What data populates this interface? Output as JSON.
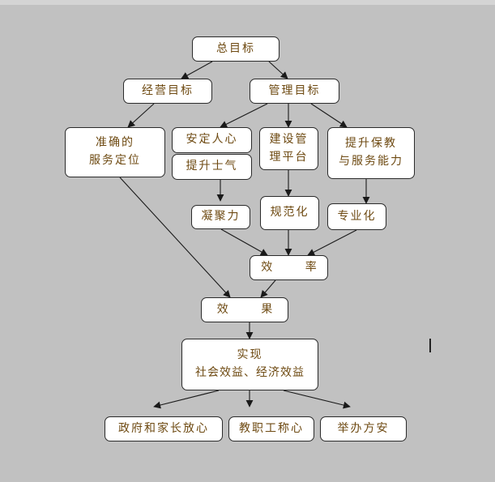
{
  "diagram": {
    "nodes": {
      "root": "总目标",
      "business_goal": "经营目标",
      "management_goal": "管理目标",
      "accurate_positioning": [
        "准确的",
        "服务定位"
      ],
      "stabilize_people": "安定人心",
      "boost_morale": "提升士气",
      "build_platform": [
        "建设管",
        "理平台"
      ],
      "improve_capability": [
        "提升保教",
        "与服务能力"
      ],
      "cohesion": "凝聚力",
      "standardization": "规范化",
      "specialization": "专业化",
      "efficiency": "效 率",
      "effect": "效 果",
      "realize": [
        "实现",
        "社会效益、经济效益"
      ],
      "gov_parents": "政府和家长放心",
      "staff_satisfied": "教职工称心",
      "owner_secure": "举办方安"
    },
    "colors": {
      "background": "#c1c1c1",
      "node_fill": "#ffffff",
      "node_border": "#2b2b2b",
      "text": "#6e4a12",
      "arrow": "#1a1a1a"
    }
  }
}
